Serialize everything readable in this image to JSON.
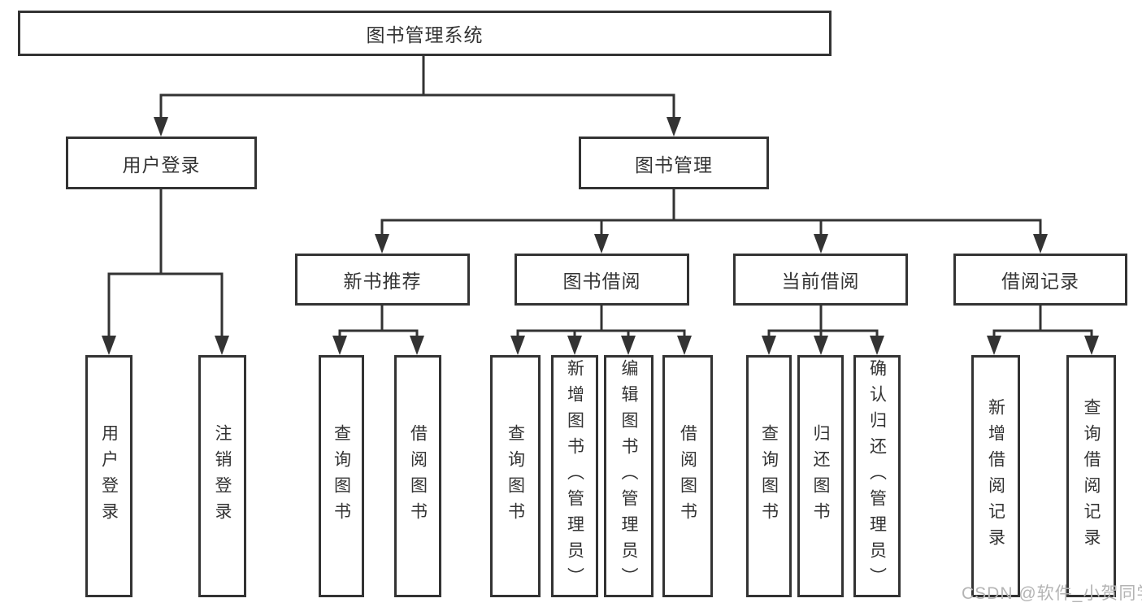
{
  "diagram_type": "tree",
  "tree": {
    "root": {
      "label": "图书管理系统",
      "children": [
        {
          "label": "用户登录",
          "children": [
            {
              "label": "用户登录"
            },
            {
              "label": "注销登录"
            }
          ]
        },
        {
          "label": "图书管理",
          "children": [
            {
              "label": "新书推荐",
              "children": [
                {
                  "label": "查询图书"
                },
                {
                  "label": "借阅图书"
                }
              ]
            },
            {
              "label": "图书借阅",
              "children": [
                {
                  "label": "查询图书"
                },
                {
                  "label": "新增图书（管理员）"
                },
                {
                  "label": "编辑图书（管理员）"
                },
                {
                  "label": "借阅图书"
                }
              ]
            },
            {
              "label": "当前借阅",
              "children": [
                {
                  "label": "查询图书"
                },
                {
                  "label": "归还图书"
                },
                {
                  "label": "确认归还（管理员）"
                }
              ]
            },
            {
              "label": "借阅记录",
              "children": [
                {
                  "label": "新增借阅记录"
                },
                {
                  "label": "查询借阅记录"
                }
              ]
            }
          ]
        }
      ]
    }
  },
  "watermark": {
    "text": "CSDN @软件_小贺同学"
  },
  "colors": {
    "line": "#333333",
    "box_border": "#333333",
    "text": "#333333",
    "watermark": "#b4b4b4",
    "background": "#ffffff"
  }
}
